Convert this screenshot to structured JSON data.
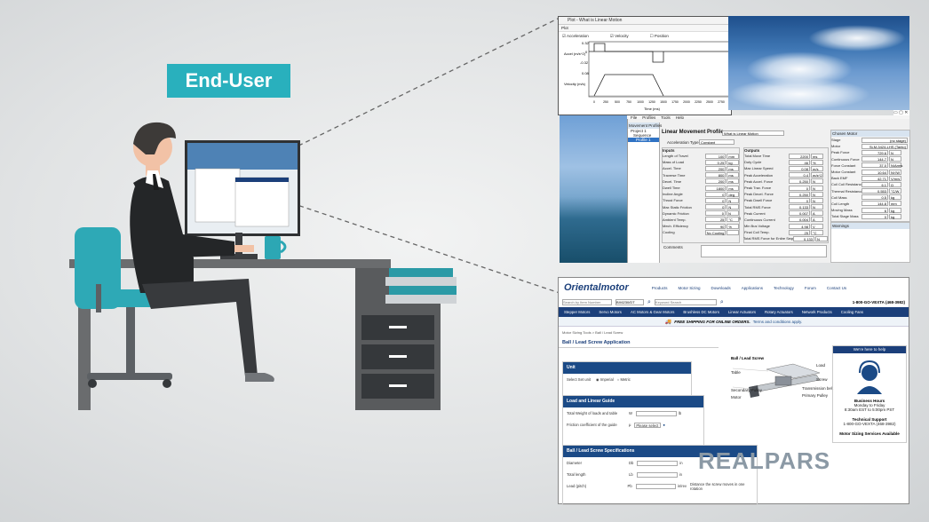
{
  "tag_label": "End-User",
  "watermark": "REALPARS",
  "plot_window": {
    "title": "Plot - What is Linear Motion",
    "menu": "Plot",
    "checks": [
      "Acceleration",
      "Velocity",
      "Position"
    ],
    "accel_label": "Accel (m/s^2)",
    "vel_label": "Velocity (m/s)",
    "y_ticks_accel": [
      "0.32",
      "0",
      "-0.32"
    ],
    "y_ticks_vel": [
      "0.08"
    ],
    "x_ticks": [
      "0",
      "250",
      "500",
      "750",
      "1000",
      "1250",
      "1500",
      "1750",
      "2000",
      "2250",
      "2500",
      "2750"
    ],
    "x_label": "Time (ms)"
  },
  "sizing": {
    "menu": [
      "File",
      "Profiles",
      "Tools",
      "Help"
    ],
    "tree_header": "Movement Profiles",
    "tree_items": [
      "Project 1",
      "Sequence",
      "Profile 1"
    ],
    "title": "Linear Movement Profile",
    "name_value": "What is Linear Motion",
    "accel_type_label": "Acceleration Type",
    "accel_type_value": "Constant",
    "inputs_header": "Inputs",
    "outputs_header": "Outputs",
    "inputs": [
      [
        "Length of Travel",
        "100",
        "mm"
      ],
      [
        "Mass of Load",
        "0.25",
        "kg"
      ],
      [
        "Accel. Time",
        "200",
        "ms"
      ],
      [
        "Traverse Time",
        "800",
        "ms"
      ],
      [
        "Decel. Time",
        "200",
        "ms"
      ],
      [
        "Dwell Time",
        "1800",
        "ms"
      ],
      [
        "Incline Angle",
        "0",
        "deg"
      ],
      [
        "Thrust Force",
        "0",
        "N"
      ],
      [
        "Max Static Friction",
        "0",
        "N"
      ],
      [
        "Dynamic Friction",
        "0",
        "N (kinetic)"
      ],
      [
        "Ambient Temp.",
        "25",
        "°C"
      ],
      [
        "Mech. Efficiency",
        "90",
        "%"
      ],
      [
        "Cooling",
        "No Cooling",
        ""
      ]
    ],
    "outputs": [
      [
        "Total Move Time",
        "2200",
        "ms"
      ],
      [
        "Duty Cycle",
        "46",
        "%"
      ],
      [
        "Max Linear Speed",
        "0.08",
        "m/s"
      ],
      [
        "Peak Acceleration",
        "0.4",
        "m/s^2"
      ],
      [
        "Peak Accel. Force",
        "0.250",
        "N"
      ],
      [
        "Peak Trav. Force",
        "0",
        "N"
      ],
      [
        "Peak Decel. Force",
        "0.250",
        "N"
      ],
      [
        "Peak Dwell Force",
        "0",
        "N"
      ],
      [
        "Total RMS Force",
        "0.133",
        "N"
      ],
      [
        "Peak Current",
        "0.007",
        "A"
      ],
      [
        "Continuous Current",
        "0.004",
        "A"
      ],
      [
        "Min Bus Voltage",
        "4.98",
        "V"
      ],
      [
        "Final Coil Temp.",
        "25",
        "°C"
      ]
    ],
    "total_rms_label": "Total RMS Force for Entire Sequence",
    "total_rms_value": "0.133",
    "total_rms_unit": "N",
    "comments_label": "Comments",
    "motor_header": "Chosen Motor",
    "motor_fields": [
      [
        "Stage",
        "(no stage)"
      ],
      [
        "Motor",
        "SLM-3424-LHS (Tanto)"
      ],
      [
        "Peak Force",
        "729.6",
        "N"
      ],
      [
        "Continuous Force",
        "144.7",
        "N"
      ],
      [
        "Force Constant",
        "37.0",
        "N/Arms"
      ],
      [
        "Motor Constant",
        "10.64",
        "N/√W"
      ],
      [
        "Back EMF",
        "42.71",
        "V/m/s"
      ],
      [
        "Coil Coil Resistance",
        "6.1",
        "Ω"
      ],
      [
        "Thermal Resistance",
        "0.553",
        "°C/W"
      ],
      [
        "Coil Mass",
        "0.5",
        "kg"
      ],
      [
        "Coil Length",
        "144.8",
        "mm"
      ],
      [
        "Moving Mass",
        "6",
        "kg"
      ],
      [
        "Total Stage Mass",
        "0",
        "kg"
      ]
    ],
    "warnings_header": "Warnings"
  },
  "om": {
    "logo": "Orientalmotor",
    "top_nav": [
      "Products",
      "Motor Sizing",
      "Downloads",
      "Applications",
      "Technology",
      "Forum",
      "Contact Us"
    ],
    "search_placeholder": "Search by Item Number",
    "model_value": "BX6230/DT",
    "keyword_placeholder": "Keyword Search",
    "phone": "1-800-GO-VEXTA (468-3982)",
    "category_nav": [
      "Stepper Motors",
      "Servo Motors",
      "AC Motors & Gear Motors",
      "Brushless DC Motors",
      "Linear Actuators",
      "Rotary Actuators",
      "Network Products",
      "Cooling Fans"
    ],
    "shipping": "FREE SHIPPING FOR ONLINE ORDERS.",
    "shipping_link": "Terms and conditions apply.",
    "breadcrumb": "Motor Sizing Tools > Ball / Lead Screw",
    "page_title": "Ball / Lead Screw Application",
    "unit_header": "Unit",
    "units_label": "Select Set unit",
    "units_opts": [
      "Imperial",
      "Metric"
    ],
    "load_header": "Load and Linear Guide",
    "load_rows": [
      [
        "Total Weight of loads and table",
        "W",
        "lb"
      ],
      [
        "Friction coefficient of the guide",
        "μ",
        "Please select"
      ]
    ],
    "spec_header": "Ball / Lead Screw Specifications",
    "spec_rows": [
      [
        "Diameter",
        "Db",
        "in"
      ],
      [
        "Total length",
        "Lb",
        "in"
      ],
      [
        "Lead (pitch)",
        "Pb",
        "in/rev"
      ]
    ],
    "spec_note": "Distance the screw moves in one rotation",
    "diagram_title": "Ball / Lead Screw",
    "diagram_labels": [
      "Table",
      "Load",
      "Screw",
      "Secondary Pulley",
      "Transmission belt",
      "Motor",
      "Primary Pulley"
    ],
    "help": {
      "header": "We're here to help",
      "hours_title": "Business Hours",
      "hours": [
        "Monday to Friday",
        "8:30am EST to 5:00pm PST"
      ],
      "support_title": "Technical Support",
      "support_phone": "1-800-GO-VEXTA (468-3982)",
      "services": "Motor Sizing Services Available"
    }
  }
}
